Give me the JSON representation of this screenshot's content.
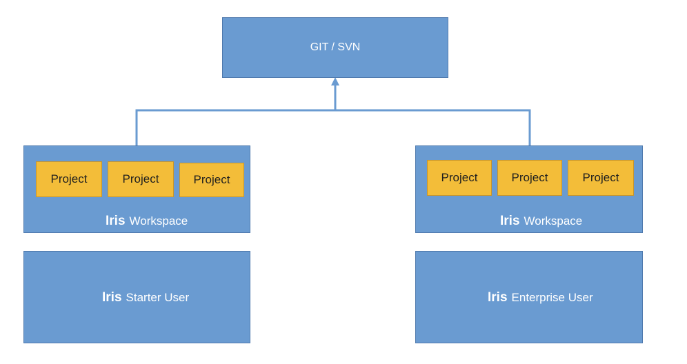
{
  "repository": {
    "label": "GIT / SVN"
  },
  "left": {
    "projects": [
      "Project",
      "Project",
      "Project"
    ],
    "workspace": {
      "brand": "Iris",
      "label": "Workspace"
    },
    "user": {
      "brand": "Iris",
      "label": "Starter User"
    }
  },
  "right": {
    "projects": [
      "Project",
      "Project",
      "Project"
    ],
    "workspace": {
      "brand": "Iris",
      "label": "Workspace"
    },
    "user": {
      "brand": "Iris",
      "label": "Enterprise User"
    }
  },
  "colors": {
    "box_fill": "#6a9bd1",
    "box_border": "#4f79ad",
    "project_fill": "#f3bd39",
    "project_border": "#c9962a",
    "connector": "#6a9bd1"
  }
}
